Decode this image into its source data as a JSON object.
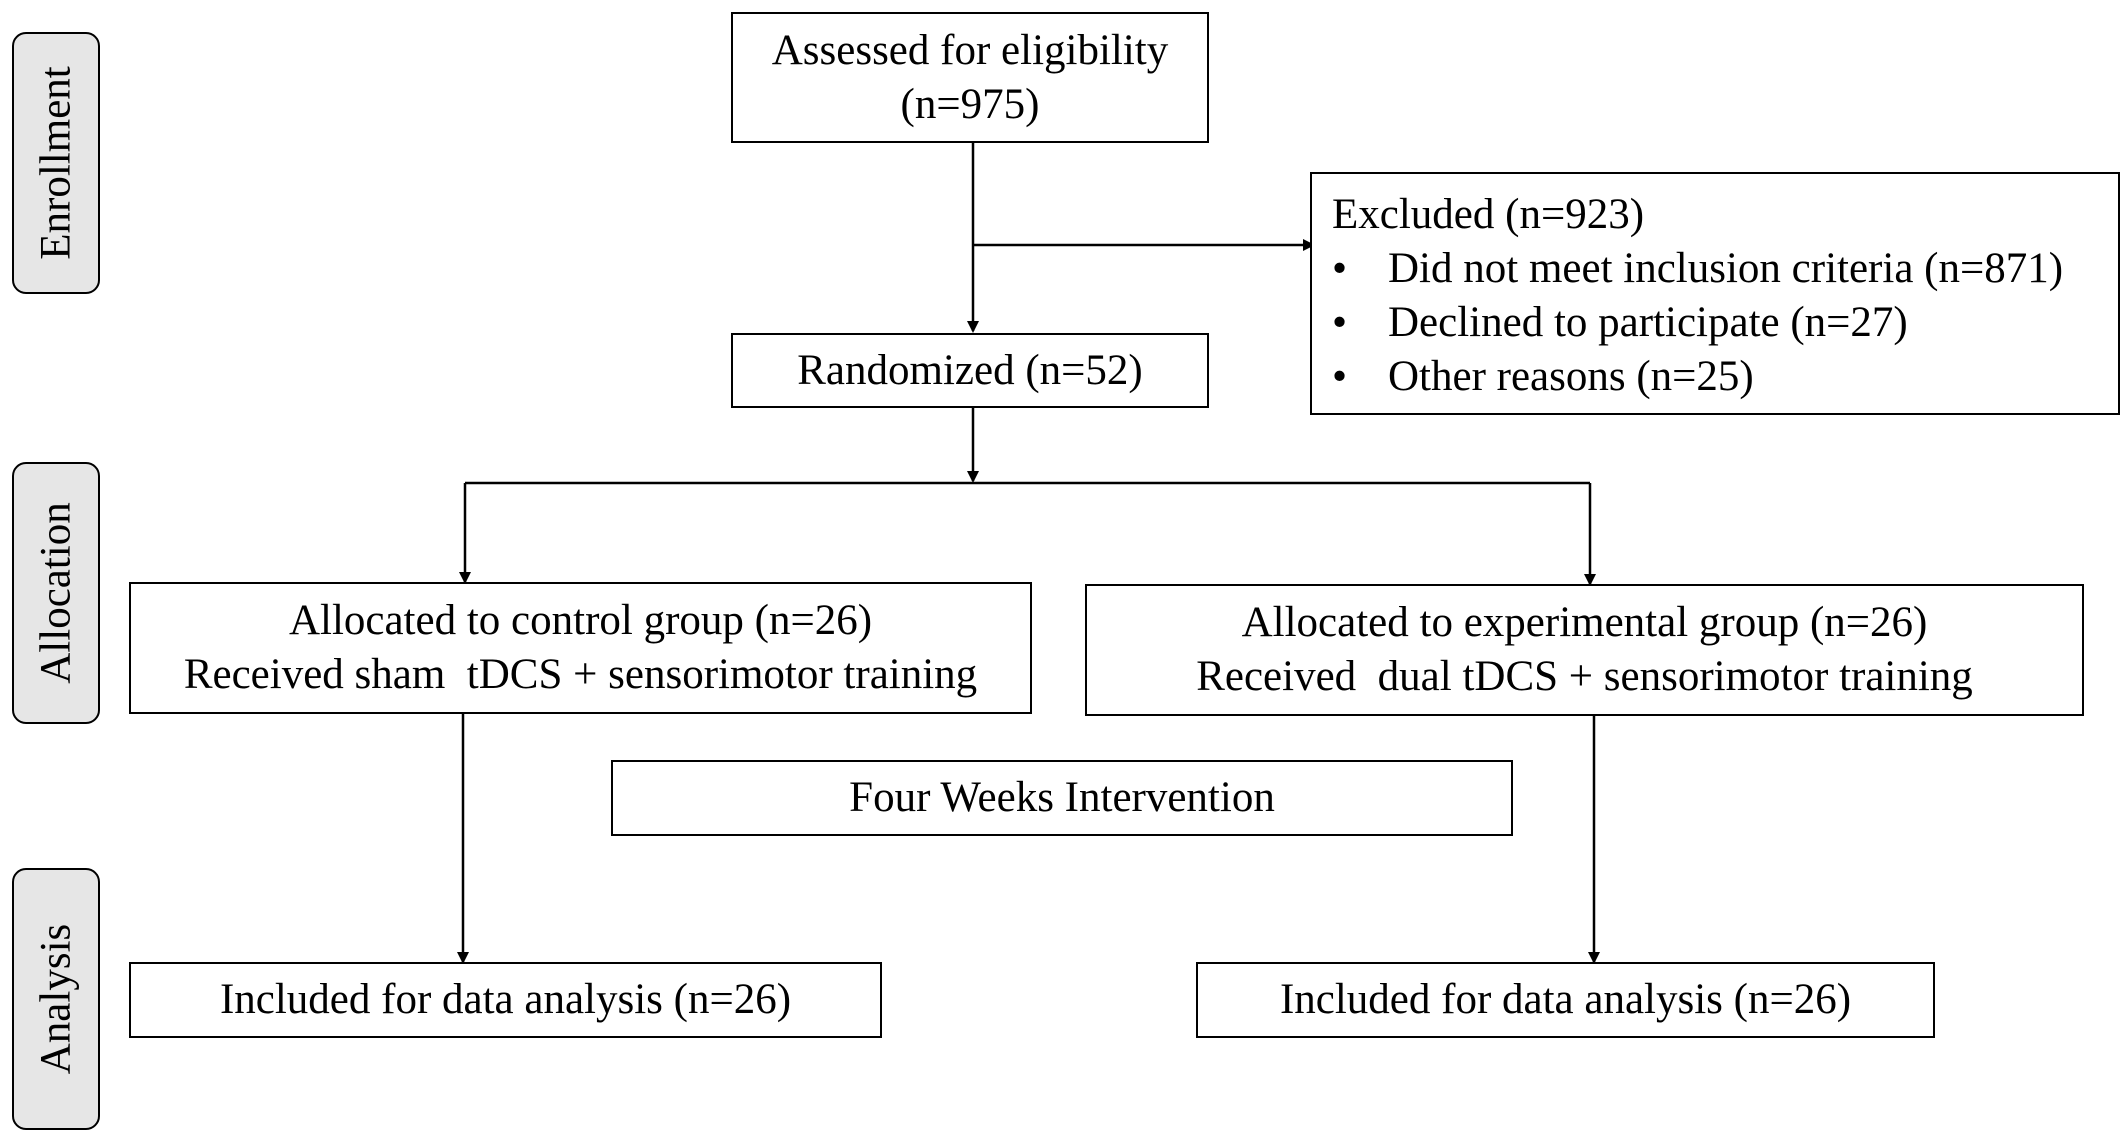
{
  "stages": {
    "enrollment": "Enrollment",
    "allocation": "Allocation",
    "analysis": "Analysis"
  },
  "assessed": {
    "line1": "Assessed for eligibility",
    "line2": "(n=975)"
  },
  "excluded": {
    "title": "Excluded (n=923)",
    "reasons": [
      "Did not meet inclusion criteria (n=871)",
      "Declined to participate (n=27)",
      "Other reasons (n=25)"
    ]
  },
  "randomized": "Randomized (n=52)",
  "control": {
    "line1": "Allocated to control group (n=26)",
    "line2": "Received sham  tDCS + sensorimotor training"
  },
  "experimental": {
    "line1": "Allocated to experimental group (n=26)",
    "line2": "Received  dual tDCS + sensorimotor training"
  },
  "intervention": "Four Weeks Intervention",
  "analysis_control": "Included for data analysis (n=26)",
  "analysis_experimental": "Included for data analysis (n=26)"
}
